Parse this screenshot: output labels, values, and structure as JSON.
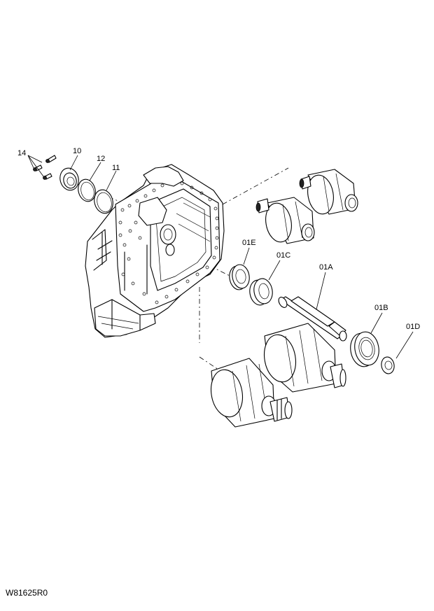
{
  "callouts": {
    "c14": "14",
    "c10": "10",
    "c12": "12",
    "c11": "11",
    "c01E": "01E",
    "c01C": "01C",
    "c01A": "01A",
    "c01B": "01B",
    "c01D": "01D"
  },
  "drawing_code": "W81625R0"
}
